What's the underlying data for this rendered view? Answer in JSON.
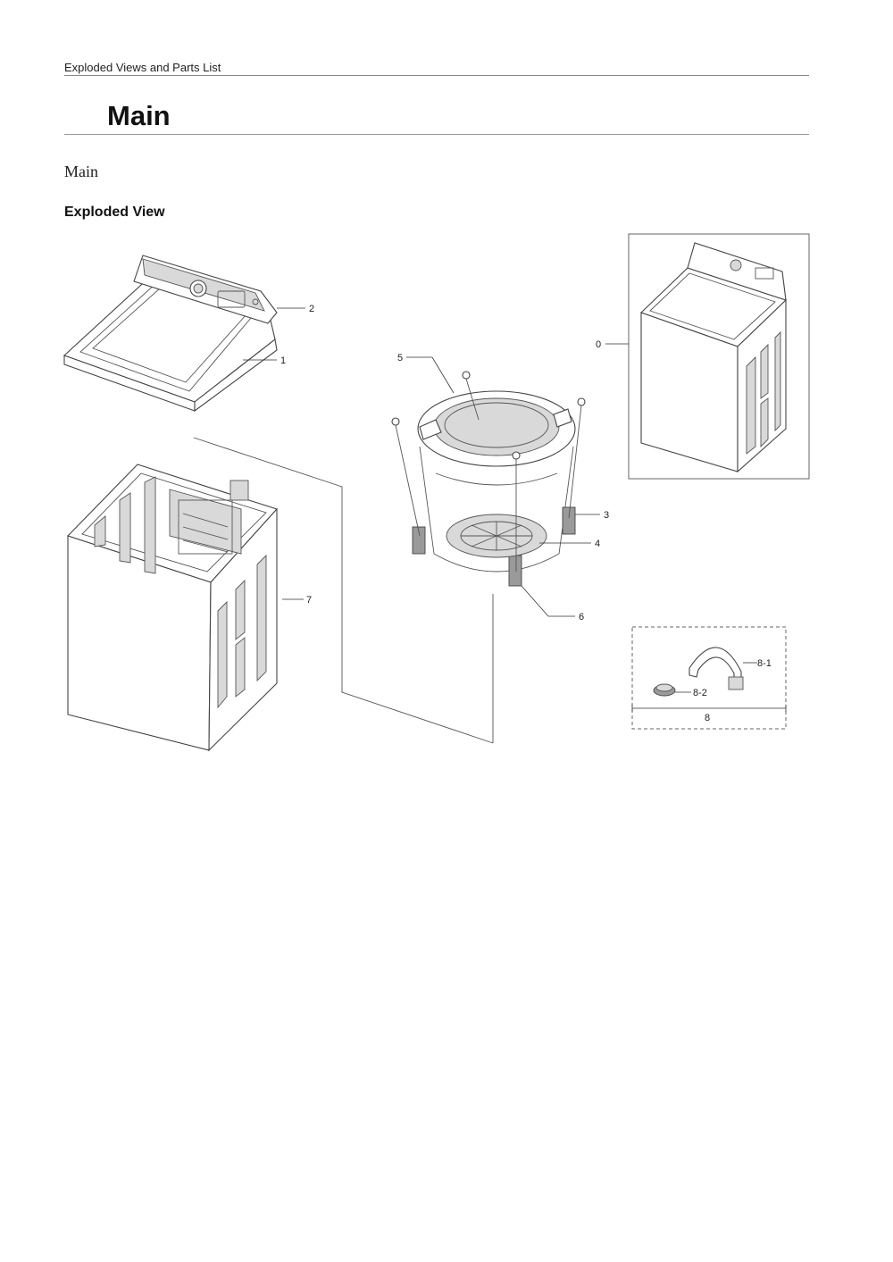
{
  "header": {
    "running_title": "Exploded Views and Parts List"
  },
  "section": {
    "title": "Main",
    "subtitle": "Main"
  },
  "view": {
    "heading": "Exploded View"
  },
  "callouts": {
    "c0": "0",
    "c1": "1",
    "c2": "2",
    "c3": "3",
    "c4": "4",
    "c5": "5",
    "c6": "6",
    "c7": "7",
    "c8": "8",
    "c8_1": "8-1",
    "c8_2": "8-2"
  }
}
